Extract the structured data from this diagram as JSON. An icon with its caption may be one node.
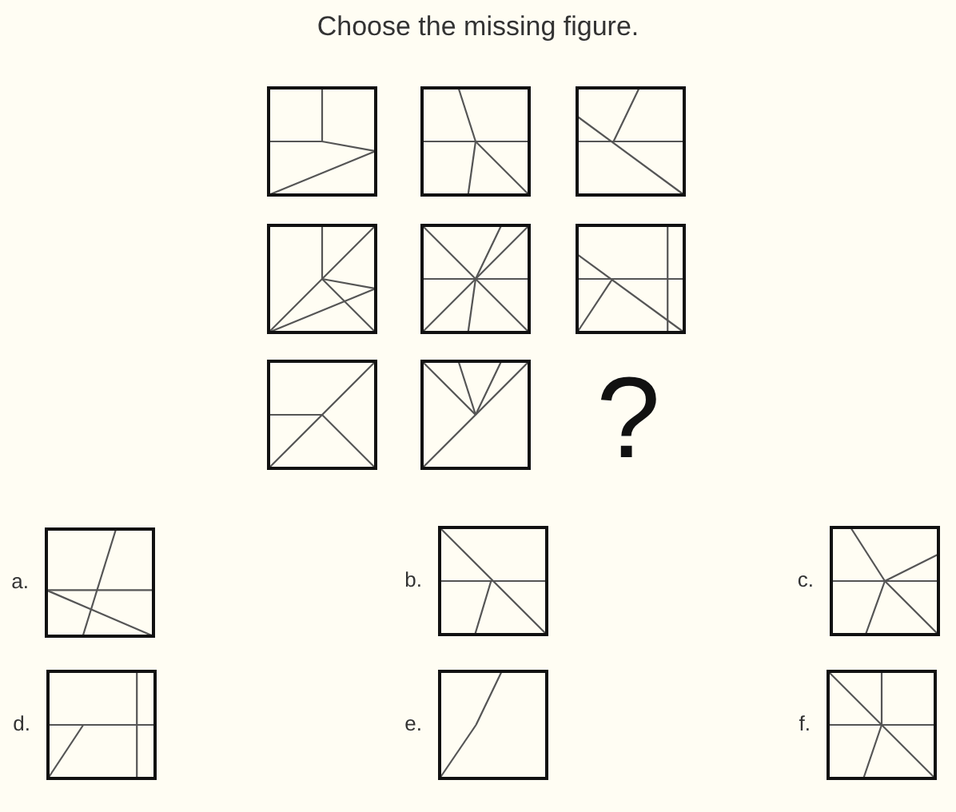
{
  "diagram": {
    "title": "Choose the missing figure.",
    "nodes": [
      {
        "text": [],
        "shape": "picture"
      },
      {
        "text": [],
        "shape": "picture"
      },
      {
        "text": [],
        "shape": "picture"
      },
      {
        "text": [],
        "shape": "picture"
      },
      {
        "text": [],
        "shape": "picture"
      },
      {
        "text": [],
        "shape": "picture"
      },
      {
        "text": [],
        "shape": "picture"
      },
      {
        "text": [],
        "shape": "picture"
      },
      {
        "text": [],
        "shape": "picture",
        "beside": [
          "a."
        ]
      },
      {
        "text": [],
        "shape": "picture",
        "beside": [
          "b."
        ]
      },
      {
        "text": [],
        "shape": "picture",
        "beside": [
          "c."
        ]
      },
      {
        "text": [],
        "shape": "picture",
        "beside": [
          "d."
        ]
      },
      {
        "text": [],
        "shape": "picture",
        "beside": [
          "e."
        ]
      },
      {
        "text": [],
        "shape": "picture",
        "beside": [
          "f."
        ]
      }
    ],
    "labels": [
      "?"
    ]
  }
}
